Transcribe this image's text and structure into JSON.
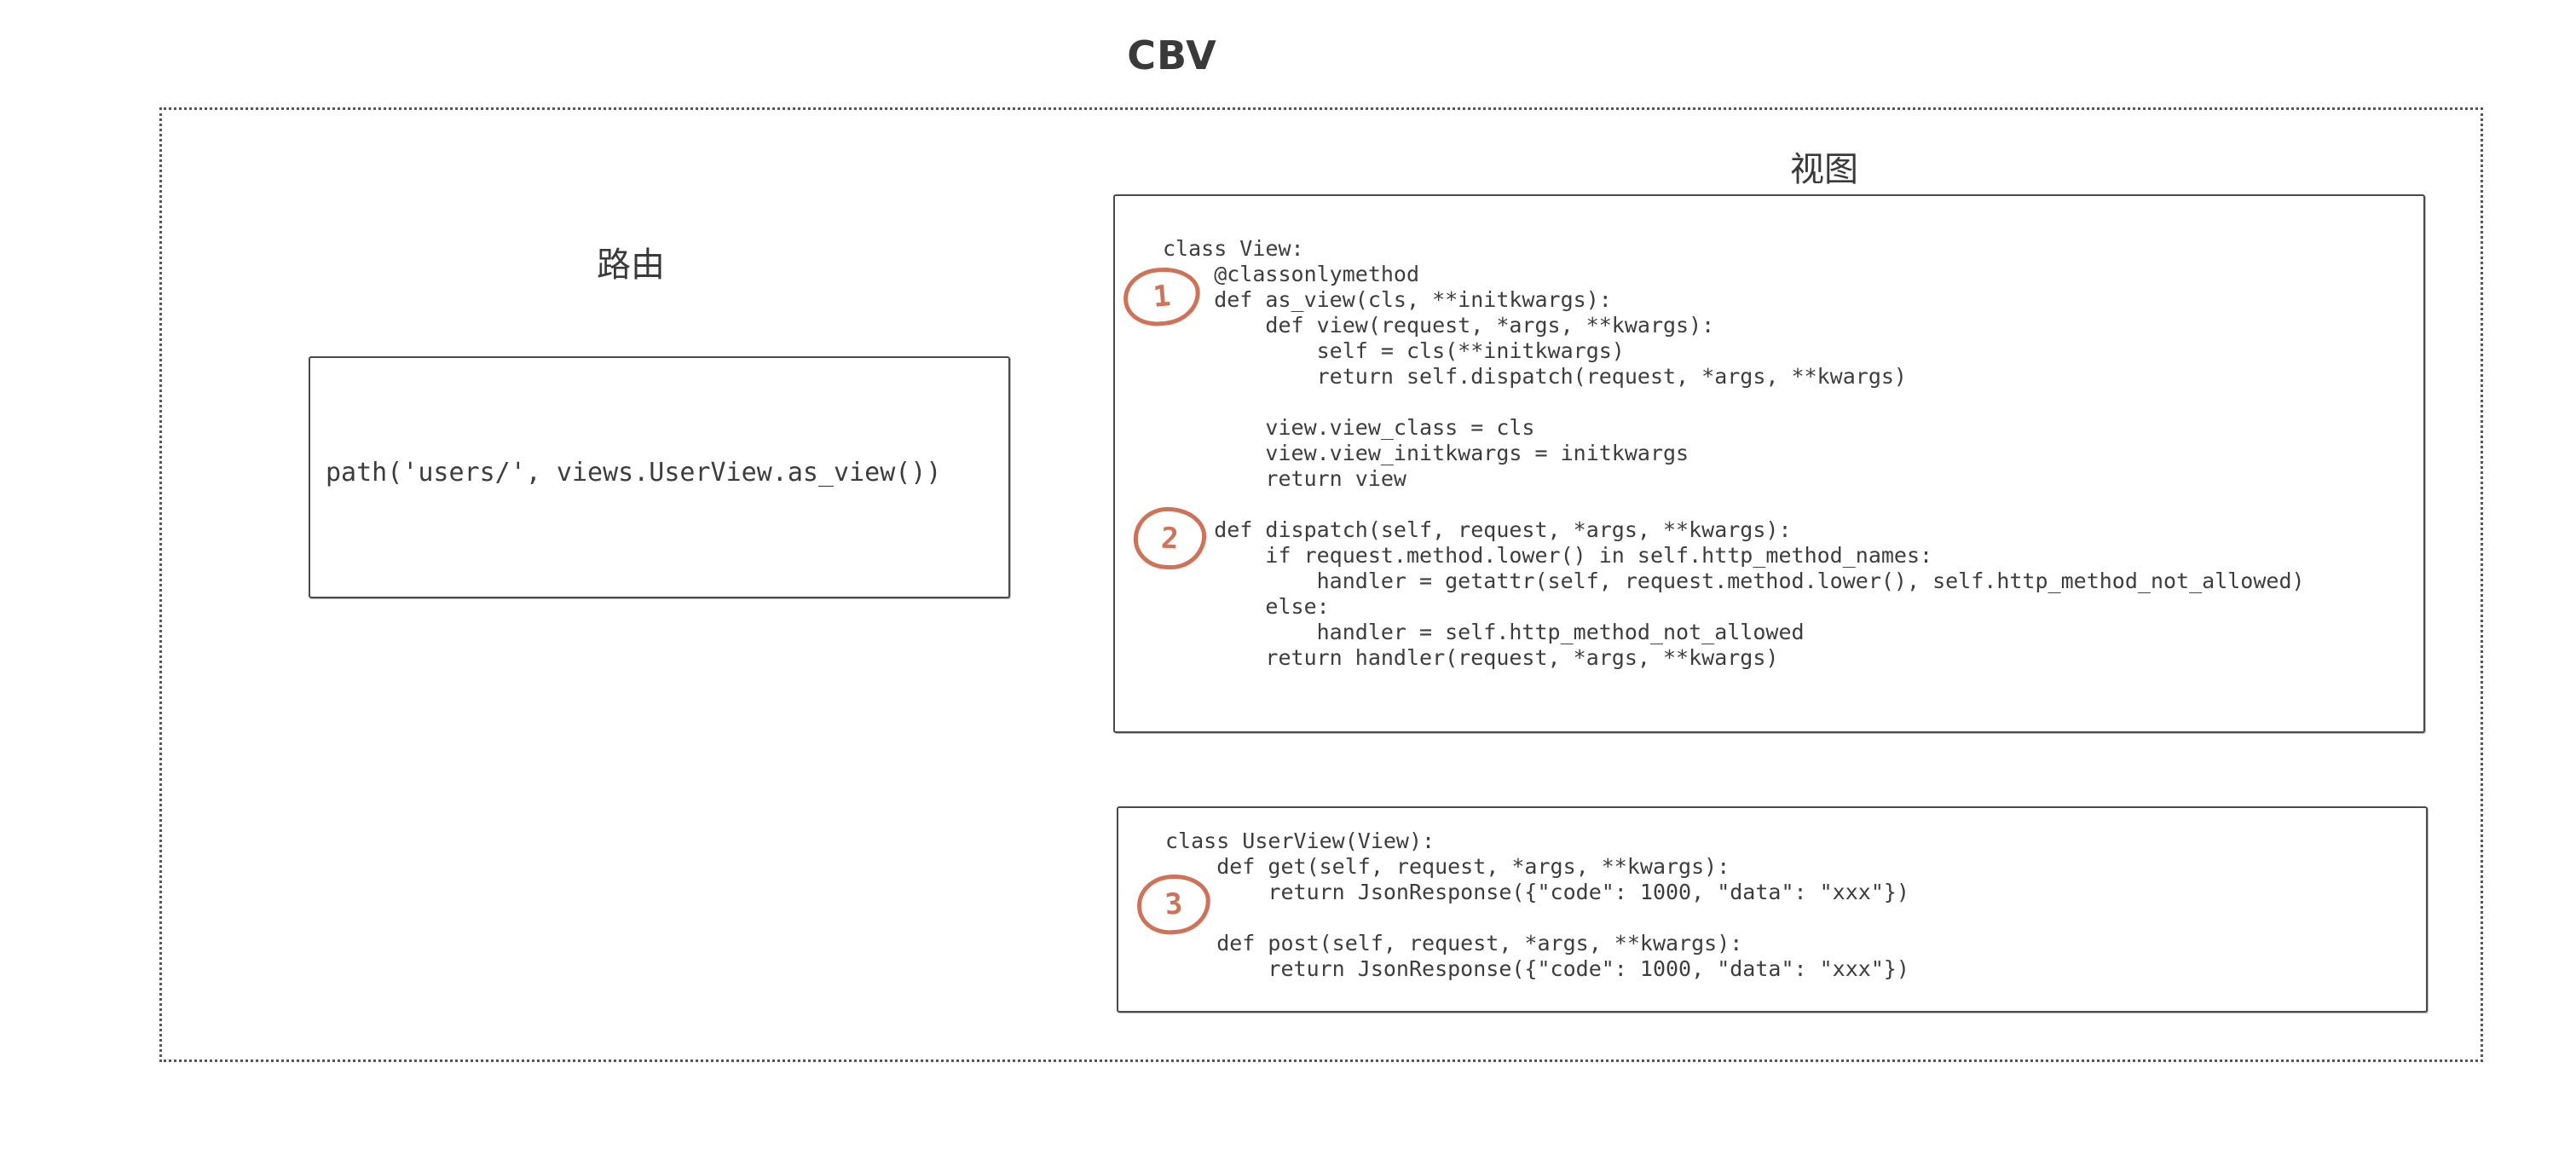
{
  "title": "CBV",
  "routing": {
    "label": "路由",
    "code": "path('users/', views.UserView.as_view())"
  },
  "views": {
    "label": "视图",
    "view_class_code": "class View:\n    @classonlymethod\n    def as_view(cls, **initkwargs):\n        def view(request, *args, **kwargs):\n            self = cls(**initkwargs)\n            return self.dispatch(request, *args, **kwargs)\n\n        view.view_class = cls\n        view.view_initkwargs = initkwargs\n        return view\n\n    def dispatch(self, request, *args, **kwargs):\n        if request.method.lower() in self.http_method_names:\n            handler = getattr(self, request.method.lower(), self.http_method_not_allowed)\n        else:\n            handler = self.http_method_not_allowed\n        return handler(request, *args, **kwargs)",
    "user_view_code": "class UserView(View):\n    def get(self, request, *args, **kwargs):\n        return JsonResponse({\"code\": 1000, \"data\": \"xxx\"})\n\n    def post(self, request, *args, **kwargs):\n        return JsonResponse({\"code\": 1000, \"data\": \"xxx\"})"
  },
  "markers": [
    {
      "number": "1"
    },
    {
      "number": "2"
    },
    {
      "number": "3"
    }
  ],
  "colors": {
    "accent": "#cf7358",
    "ink": "#3d3d3d",
    "border": "#4a4a4a",
    "background": "#ffffff"
  }
}
